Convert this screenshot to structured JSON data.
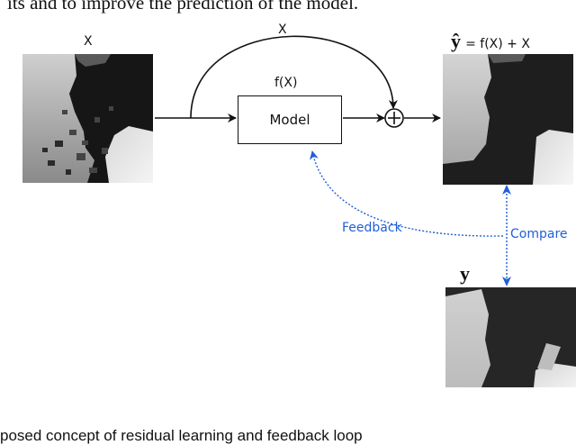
{
  "figure": {
    "top_text_fragment": "its and to improve the prediction of the model.",
    "caption_fragment": "posed concept of residual learning and feedback loop",
    "input_label": "X",
    "skip_label": "X",
    "fx_label": "f(X)",
    "model_label": "Model",
    "yhat_symbol": "ŷ",
    "yhat_eq": "= f(X) + X",
    "y_symbol": "y",
    "feedback_label": "Feedback",
    "compare_label": "Compare",
    "accent_color": "#1f5fd6"
  }
}
